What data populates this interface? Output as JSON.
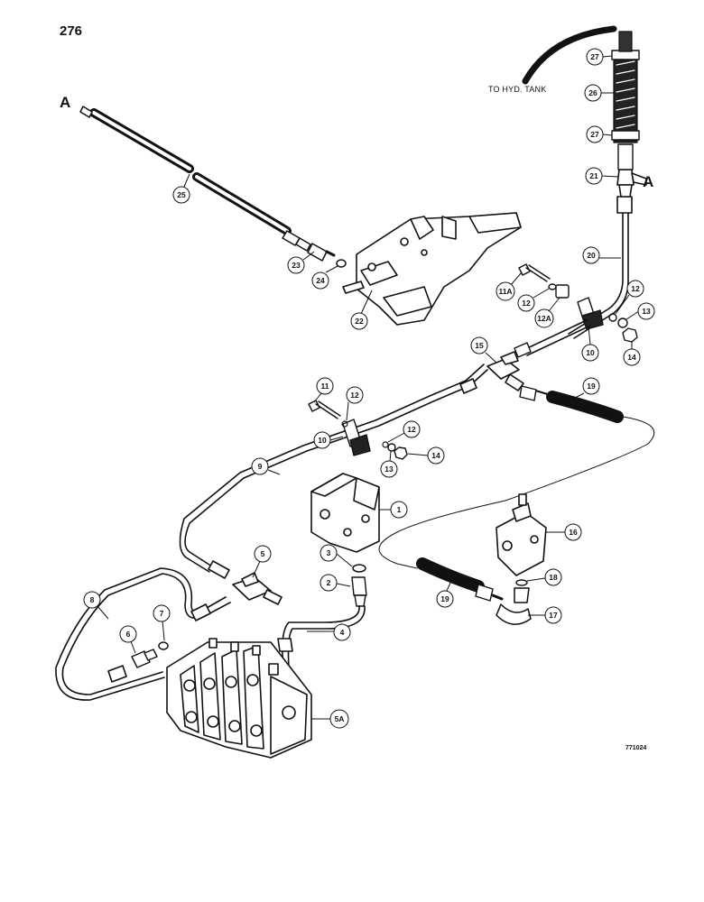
{
  "page_number": "276",
  "drawing_id": "771024",
  "tank_label": "TO HYD. TANK",
  "connection_marker": "A",
  "callouts": [
    "1",
    "2",
    "3",
    "4",
    "5",
    "5A",
    "6",
    "7",
    "8",
    "9",
    "10",
    "10",
    "11",
    "11A",
    "12",
    "12",
    "12",
    "12",
    "12A",
    "13",
    "13",
    "14",
    "14",
    "15",
    "16",
    "17",
    "18",
    "19",
    "19",
    "20",
    "21",
    "22",
    "23",
    "24",
    "25",
    "26",
    "27",
    "27"
  ]
}
